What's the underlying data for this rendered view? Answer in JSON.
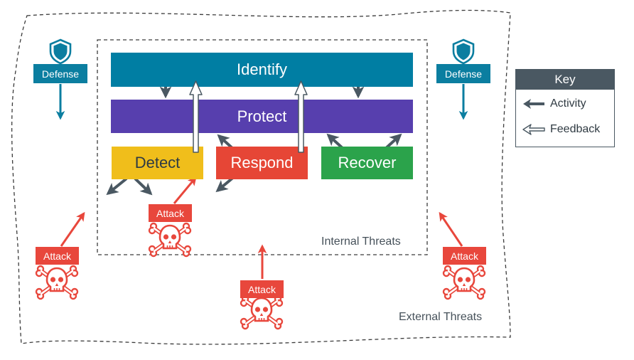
{
  "phases": {
    "identify": "Identify",
    "protect": "Protect",
    "detect": "Detect",
    "respond": "Respond",
    "recover": "Recover"
  },
  "zones": {
    "internal": "Internal Threats",
    "external": "External Threats"
  },
  "defense_label": "Defense",
  "attack_label": "Attack",
  "key": {
    "title": "Key",
    "activity": "Activity",
    "feedback": "Feedback"
  },
  "colors": {
    "identify": "#007ea3",
    "protect": "#573fae",
    "detect": "#f0be1b",
    "respond": "#e64636",
    "recover": "#2ba34b",
    "defense": "#0b7ea0",
    "attack": "#e8473c",
    "activity_arrow": "#4a5862"
  },
  "icons": {
    "defense": "shield-icon",
    "attack": "skull-crossbones-icon",
    "activity": "solid-arrow-icon",
    "feedback": "hollow-arrow-icon"
  }
}
